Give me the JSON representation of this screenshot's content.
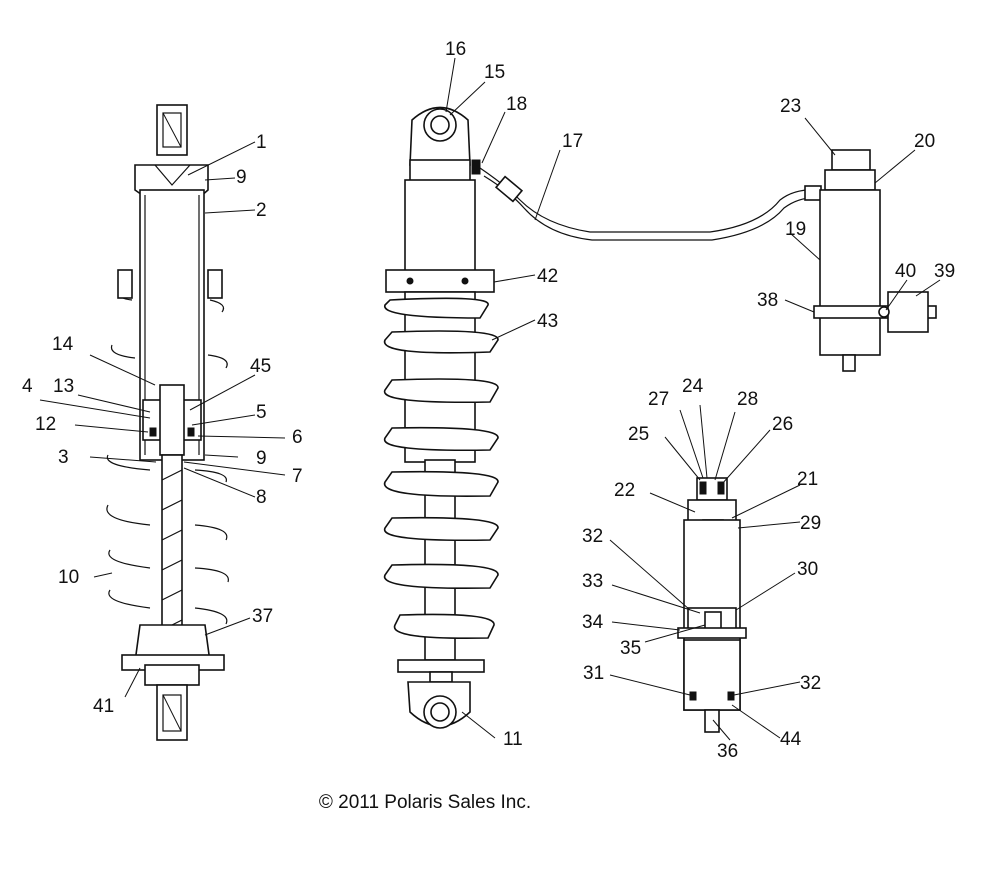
{
  "copyright": "© 2011 Polaris Sales Inc.",
  "callouts": [
    "1",
    "2",
    "3",
    "4",
    "5",
    "6",
    "7",
    "8",
    "9",
    "9",
    "10",
    "11",
    "12",
    "13",
    "14",
    "15",
    "16",
    "17",
    "18",
    "19",
    "20",
    "21",
    "22",
    "23",
    "24",
    "25",
    "26",
    "27",
    "28",
    "29",
    "30",
    "31",
    "32",
    "32",
    "33",
    "34",
    "35",
    "36",
    "37",
    "38",
    "39",
    "40",
    "41",
    "42",
    "43",
    "44",
    "45"
  ],
  "colors": {
    "line": "#111111",
    "background": "#ffffff"
  }
}
